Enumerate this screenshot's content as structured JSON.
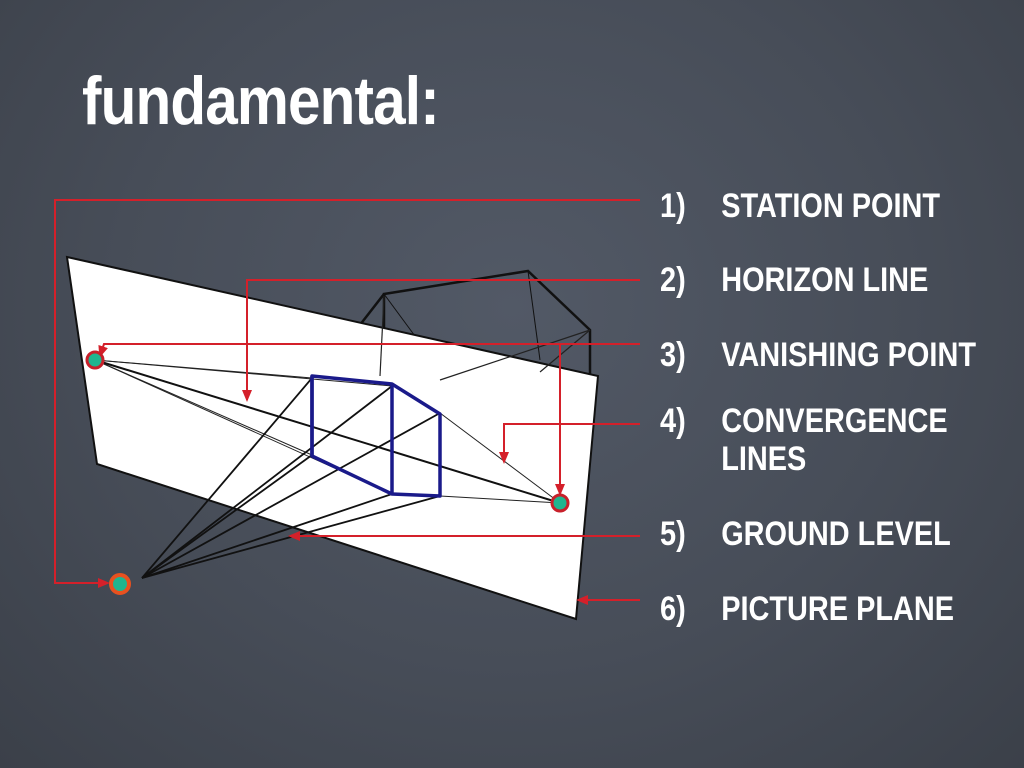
{
  "slide": {
    "title": "fundamental:",
    "legend": [
      {
        "number": "1)",
        "label": "STATION POINT"
      },
      {
        "number": "2)",
        "label": "HORIZON LINE"
      },
      {
        "number": "3)",
        "label": "VANISHING POINT"
      },
      {
        "number": "4)",
        "label": "CONVERGENCE",
        "label2": "LINES"
      },
      {
        "number": "5)",
        "label": "GROUND LEVEL"
      },
      {
        "number": "6)",
        "label": "PICTURE PLANE"
      }
    ]
  },
  "colors": {
    "background": "#474d58",
    "picture_plane": "#ffffff",
    "pointer_lines": "#d4202a",
    "outline_box": "#1a1a8a",
    "vanishing_point": "#1fb58f",
    "station_point_ring": "#e8511f"
  }
}
